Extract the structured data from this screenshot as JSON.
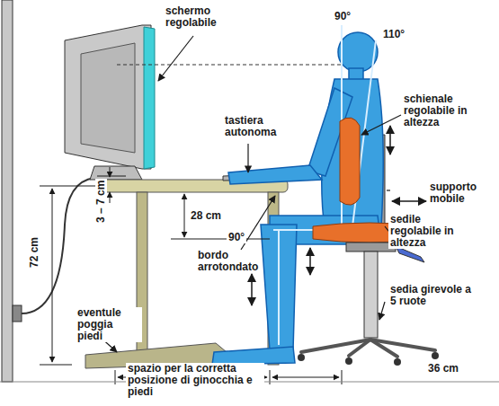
{
  "diagram": {
    "labels": [
      "schermo regolabile",
      "90°",
      "110°",
      "schienale regolabile in altezza",
      "tastiera autonoma",
      "supporto mobile",
      "28 cm",
      "90°",
      "sedile regolabile in altezza",
      "72 cm",
      "3 – 7 cm",
      "bordo arrotondato",
      "sedia girevole a 5 ruote",
      "eventule poggia piedi",
      "spazio per la corretta posizione di ginocchia e piedi",
      "36 cm"
    ]
  }
}
